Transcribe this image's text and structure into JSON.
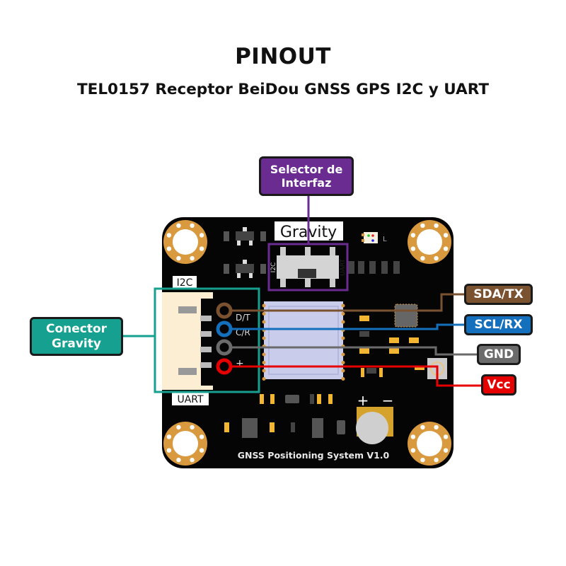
{
  "header": {
    "title": "PINOUT",
    "subtitle": "TEL0157 Receptor BeiDou GNSS GPS I2C y UART"
  },
  "callouts": {
    "selector": {
      "line1": "Selector de",
      "line2": "Interfaz",
      "color": "#6a2c91"
    },
    "conector": {
      "line1": "Conector",
      "line2": "Gravity",
      "color": "#16a08f"
    }
  },
  "pins": [
    {
      "id": "sda",
      "label": "SDA/TX",
      "silk": "D/T",
      "color": "#7a5230"
    },
    {
      "id": "scl",
      "label": "SCL/RX",
      "silk": "C/R",
      "color": "#1470bd"
    },
    {
      "id": "gnd",
      "label": "GND",
      "silk": "",
      "color": "#6b6b6b"
    },
    {
      "id": "vcc",
      "label": "Vcc",
      "silk": "+",
      "color": "#e60000"
    }
  ],
  "board": {
    "brand": "Gravity",
    "name": "GNSS Positioning System V1.0",
    "connector_top_label": "I2C",
    "connector_bottom_label": "UART",
    "switch_left_label": "I2C",
    "switch_right_label": "UART",
    "led_label": "L",
    "battery_plus": "+",
    "battery_minus": "−",
    "pcb_color": "#050505",
    "pad_color": "#d99a3f"
  }
}
